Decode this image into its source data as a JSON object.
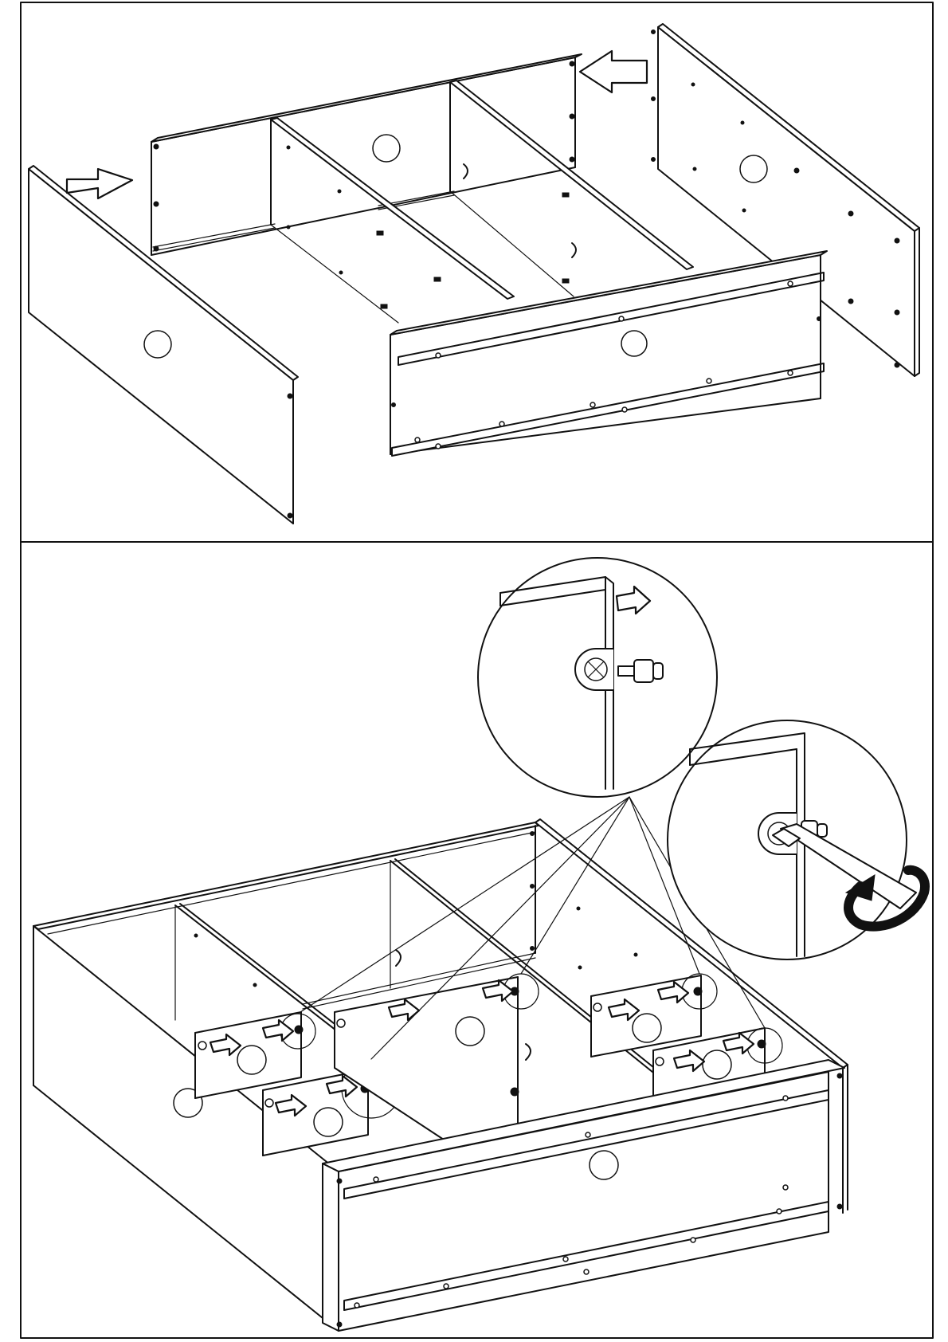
{
  "sheet": {
    "step_panels": [
      {
        "id": "step-a",
        "content": "insert-side-panels"
      },
      {
        "id": "step-b",
        "content": "lock-cam-fittings"
      }
    ],
    "icons": [
      "push-arrow-icon",
      "rotate-arrow-icon",
      "cam-lock-icon",
      "dowel-icon",
      "screwdriver-icon",
      "detail-magnifier-icon",
      "finger-hole-icon"
    ],
    "colors": {
      "line": "#111111",
      "background": "#ffffff"
    }
  }
}
